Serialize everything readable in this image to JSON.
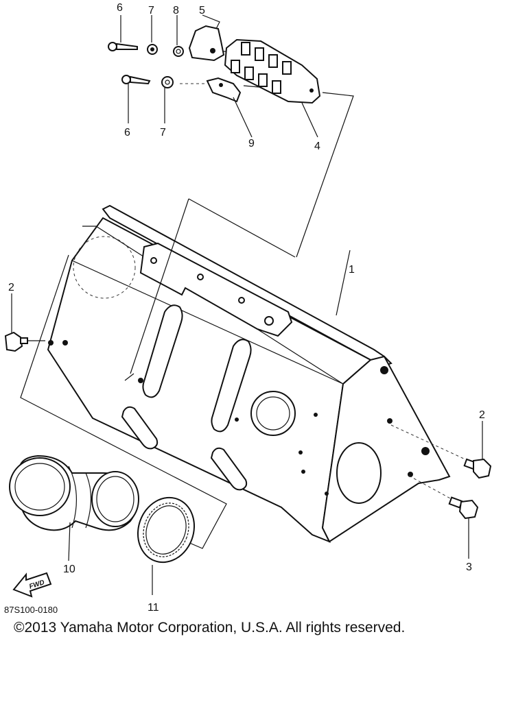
{
  "callouts": {
    "c1": "1",
    "c2a": "2",
    "c2b": "2",
    "c3": "3",
    "c4": "4",
    "c5": "5",
    "c6a": "6",
    "c6b": "6",
    "c7a": "7",
    "c7b": "7",
    "c8": "8",
    "c9": "9",
    "c10": "10",
    "c11": "11"
  },
  "fwd_label": "FWD",
  "diagram_code": "87S100-0180",
  "copyright": "©2013 Yamaha Motor Corporation, U.S.A. All rights reserved."
}
